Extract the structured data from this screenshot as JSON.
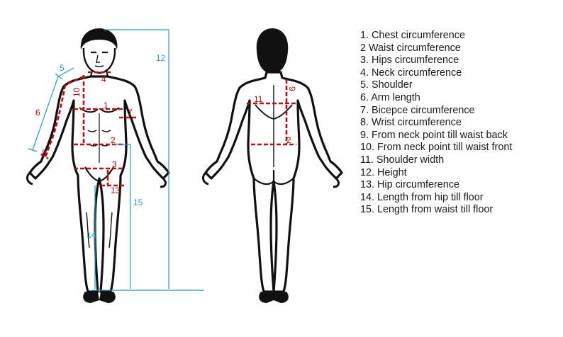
{
  "legend": [
    "1. Chest circumference",
    "2 Waist circumference",
    "3. Hips circumference",
    "4. Neck circumference",
    "5. Shoulder",
    "6. Arm length",
    "7. Bicepce circumference",
    "8. Wrist circumference",
    "9. From neck point till waist back",
    "10. From neck point till waist front",
    "11. Shoulder width",
    "12. Height",
    "13. Hip circumference",
    "14. Length from hip till floor",
    "15. Length from waist till floor"
  ],
  "front_labels": {
    "chest": "1",
    "waist": "2",
    "hips": "3",
    "neck": "4",
    "shoulder": "5",
    "arm": "6",
    "bicep": "7",
    "wrist": "8",
    "front_length": "10",
    "height": "12",
    "hip": "13",
    "hip_floor": "14",
    "waist_floor": "15"
  },
  "back_labels": {
    "waist": "2",
    "back_length": "9",
    "shoulder_width": "11"
  },
  "colors": {
    "measure_red": "#b3121c",
    "measure_blue": "#2a9bbd",
    "outline": "#111111"
  }
}
